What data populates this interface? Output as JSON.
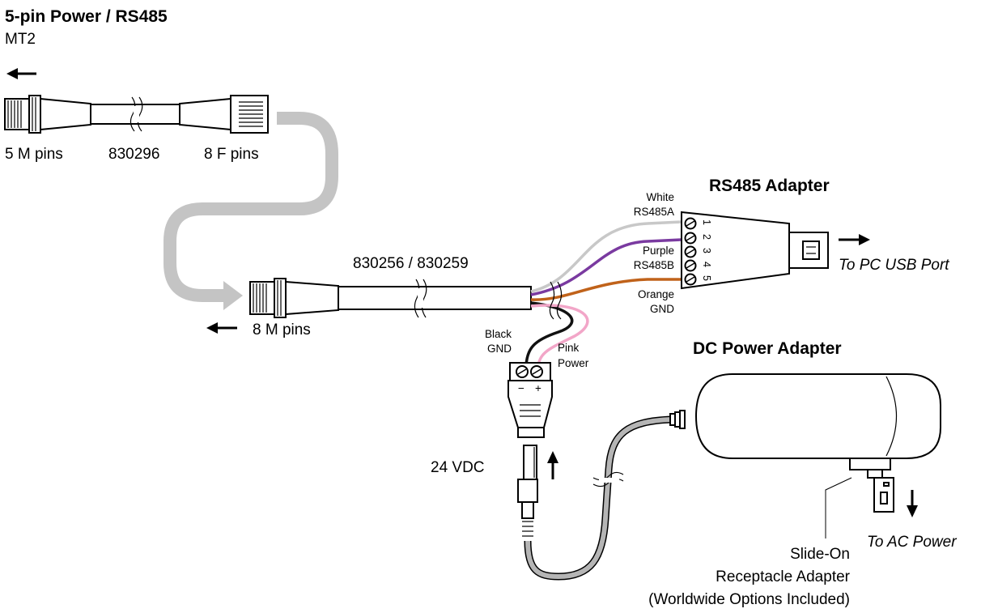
{
  "header": {
    "title": "5-pin Power / RS485",
    "subtitle": "MT2"
  },
  "cable_830296": {
    "left_label": "5 M pins",
    "center_label": "830296",
    "right_label": "8 F pins"
  },
  "cable_830256": {
    "part_label": "830256 / 830259",
    "end_label": "8 M pins"
  },
  "rs485_adapter": {
    "title": "RS485 Adapter",
    "pin_numbers": [
      "1",
      "2",
      "3",
      "4",
      "5"
    ],
    "wires": [
      {
        "color_name": "White",
        "signal": "RS485A",
        "color": "#c8c8c8"
      },
      {
        "color_name": "Purple",
        "signal": "RS485B",
        "color": "#7a3aa0"
      },
      {
        "color_name": "Orange",
        "signal": "GND",
        "color": "#c0621a"
      }
    ],
    "usb_label": "To PC USB Port"
  },
  "power_terminal": {
    "wires": [
      {
        "color_name": "Black",
        "signal": "GND",
        "color": "#111111"
      },
      {
        "color_name": "Pink",
        "signal": "Power",
        "color": "#f2a6c8"
      }
    ],
    "minus": "−",
    "plus": "+",
    "voltage_label": "24 VDC"
  },
  "dc_adapter": {
    "title": "DC Power Adapter",
    "ac_label": "To AC Power",
    "receptacle_line1": "Slide-On",
    "receptacle_line2": "Receptacle Adapter",
    "receptacle_line3": "(Worldwide Options Included)"
  },
  "colors": {
    "flow_arrow": "#c4c4c4",
    "cable_gray": "#a9a9a9"
  }
}
